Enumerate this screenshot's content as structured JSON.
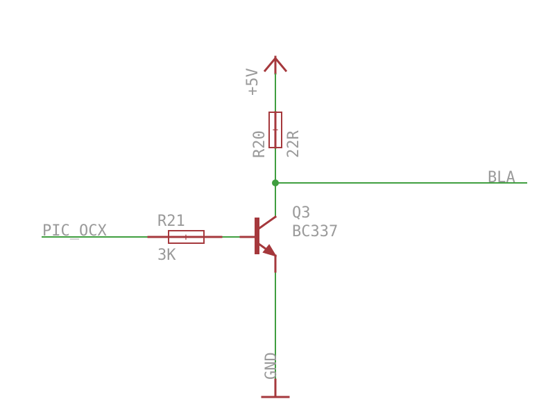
{
  "schematic": {
    "supply_label": "+5V",
    "ground_label": "GND",
    "r20": {
      "name": "R20",
      "value": "22R"
    },
    "r21": {
      "name": "R21",
      "value": "3K"
    },
    "q3": {
      "name": "Q3",
      "value": "BC337"
    },
    "net_input": "PIC_OCX",
    "net_output": "BLA",
    "plus_mark": "+"
  }
}
